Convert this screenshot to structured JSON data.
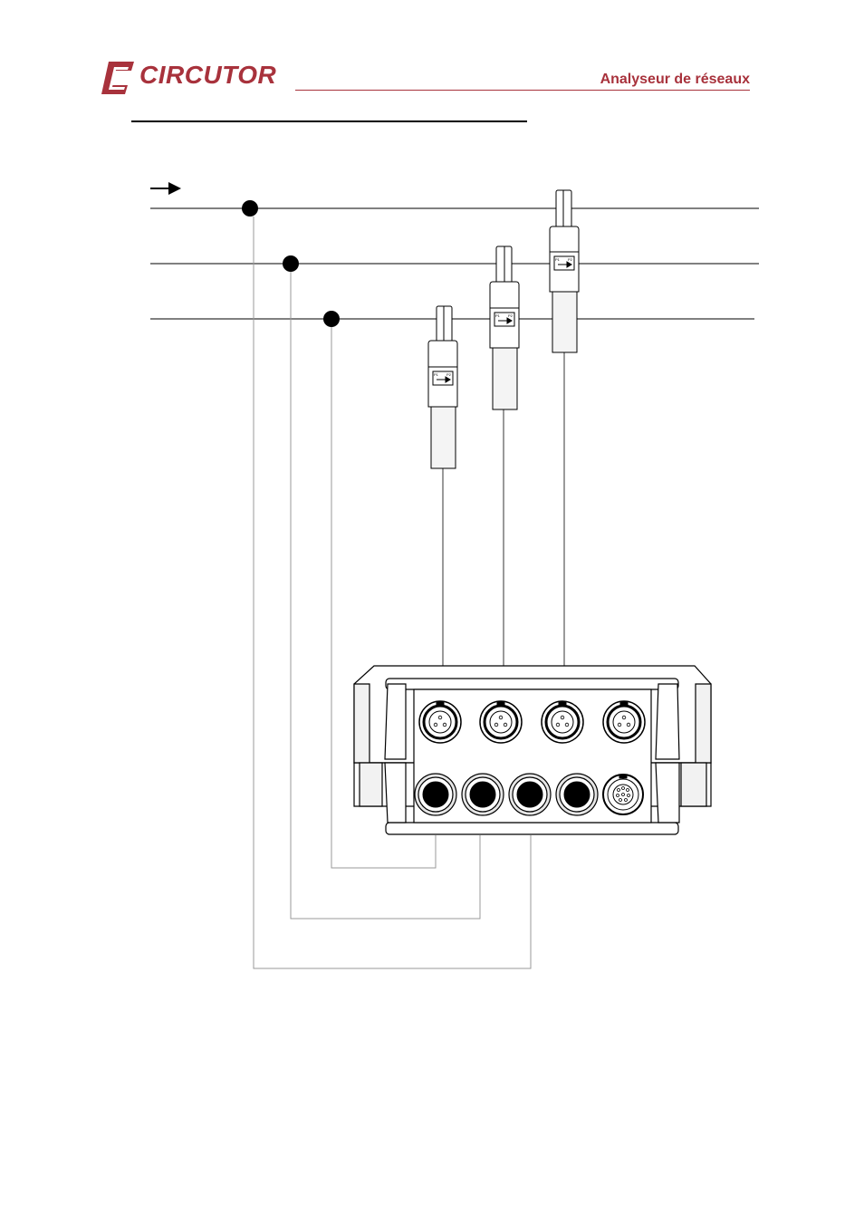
{
  "header": {
    "brand": "CIRCUTOR",
    "brand_color": "#a8323c",
    "title": "Analyseur de réseaux"
  },
  "diagram": {
    "arrow_icon": "right-arrow-icon",
    "clamps": [
      {
        "p1": "P1",
        "p2": "P2"
      },
      {
        "p1": "P1",
        "p2": "P2"
      },
      {
        "p1": "P1",
        "p2": "P2"
      }
    ]
  }
}
